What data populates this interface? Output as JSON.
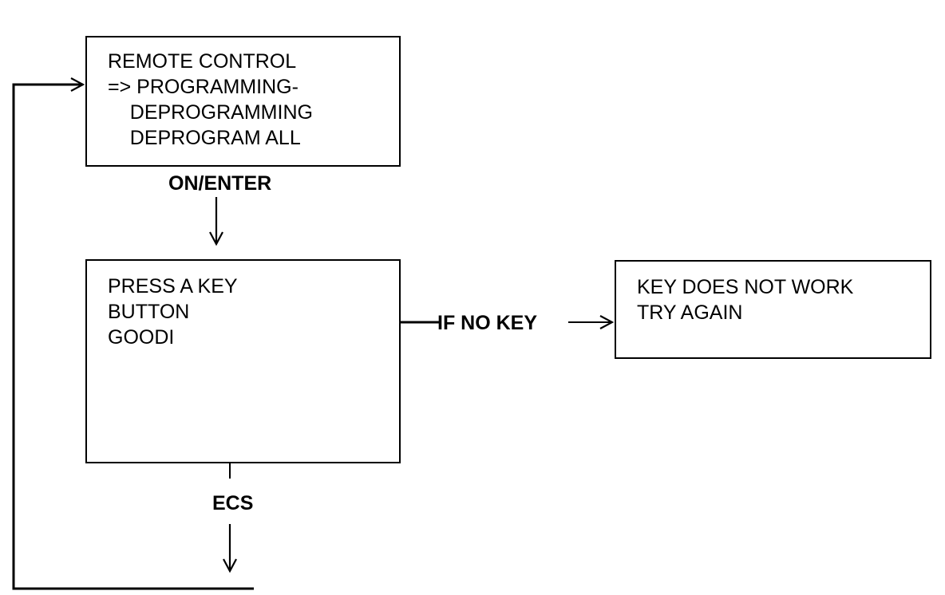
{
  "boxes": {
    "menu": {
      "lines": [
        "REMOTE CONTROL",
        "=> PROGRAMMING-",
        "    DEPROGRAMMING",
        "    DEPROGRAM ALL"
      ]
    },
    "press": {
      "lines": [
        "PRESS A KEY",
        "BUTTON",
        "GOODI"
      ]
    },
    "error": {
      "lines": [
        "KEY DOES NOT WORK",
        "TRY AGAIN"
      ]
    }
  },
  "labels": {
    "on_enter": "ON/ENTER",
    "if_no_key": "IF NO KEY",
    "ecs": "ECS"
  }
}
